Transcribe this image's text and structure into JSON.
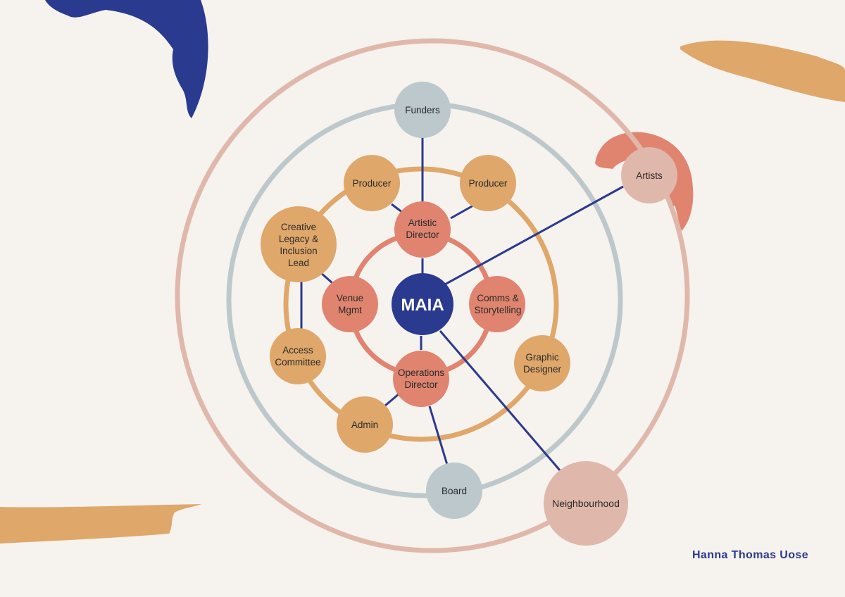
{
  "colors": {
    "background": "#f6f2ee",
    "navy": "#2a3a8f",
    "coral": "#e08470",
    "ochre": "#dfa76a",
    "slate": "#bcc8cc",
    "blush": "#e0b8ab"
  },
  "nodes": {
    "maia": "MAIA",
    "artistic_director": [
      "Artistic",
      "Director"
    ],
    "venue_mgmt": [
      "Venue",
      "Mgmt"
    ],
    "comms_storytelling": [
      "Comms &",
      "Storytelling"
    ],
    "operations_director": [
      "Operations",
      "Director"
    ],
    "producer_left": "Producer",
    "producer_right": "Producer",
    "creative_legacy": [
      "Creative",
      "Legacy &",
      "Inclusion",
      "Lead"
    ],
    "access_committee": [
      "Access",
      "Committee"
    ],
    "admin": "Admin",
    "graphic_designer": [
      "Graphic",
      "Designer"
    ],
    "funders": "Funders",
    "board": "Board",
    "artists": "Artists",
    "neighbourhood": "Neighbourhood"
  },
  "signature": "Hanna Thomas Uose"
}
